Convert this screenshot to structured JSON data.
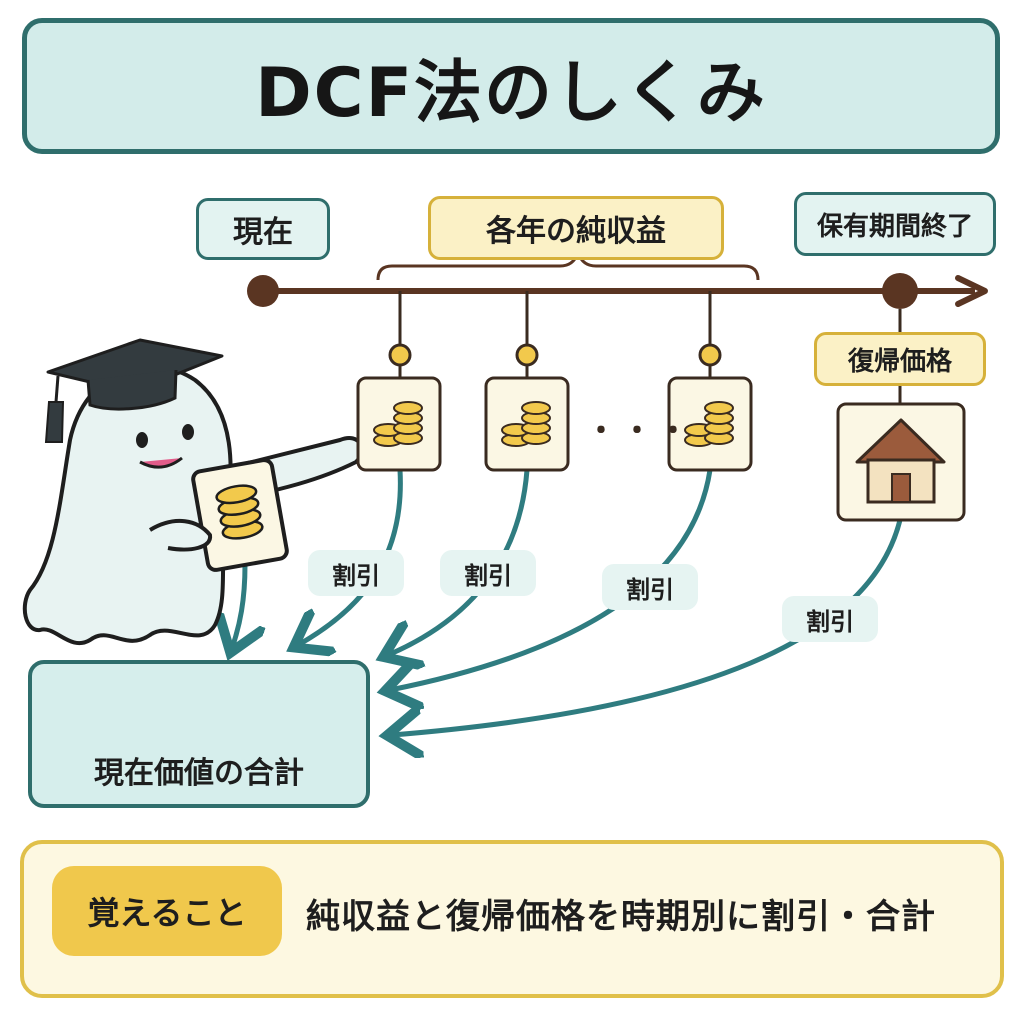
{
  "title": "DCF法のしくみ",
  "timeline": {
    "start_label": "現在",
    "income_label": "各年の純収益",
    "end_label": "保有期間終了",
    "reversion_label": "復帰価格"
  },
  "discount_labels": [
    "割引",
    "割引",
    "割引",
    "割引"
  ],
  "ellipsis": "・・・",
  "total_label": "現在価値の合計",
  "remember": {
    "badge": "覚えること",
    "text": "純収益と復帰価格を時期別に割引・合計"
  },
  "colors": {
    "teal": "#2f6e6c",
    "teal_light": "#d3ecea",
    "gold": "#e0c04a",
    "gold_light": "#fdf8e1",
    "brown": "#5a3522",
    "coin": "#f2c94c"
  }
}
